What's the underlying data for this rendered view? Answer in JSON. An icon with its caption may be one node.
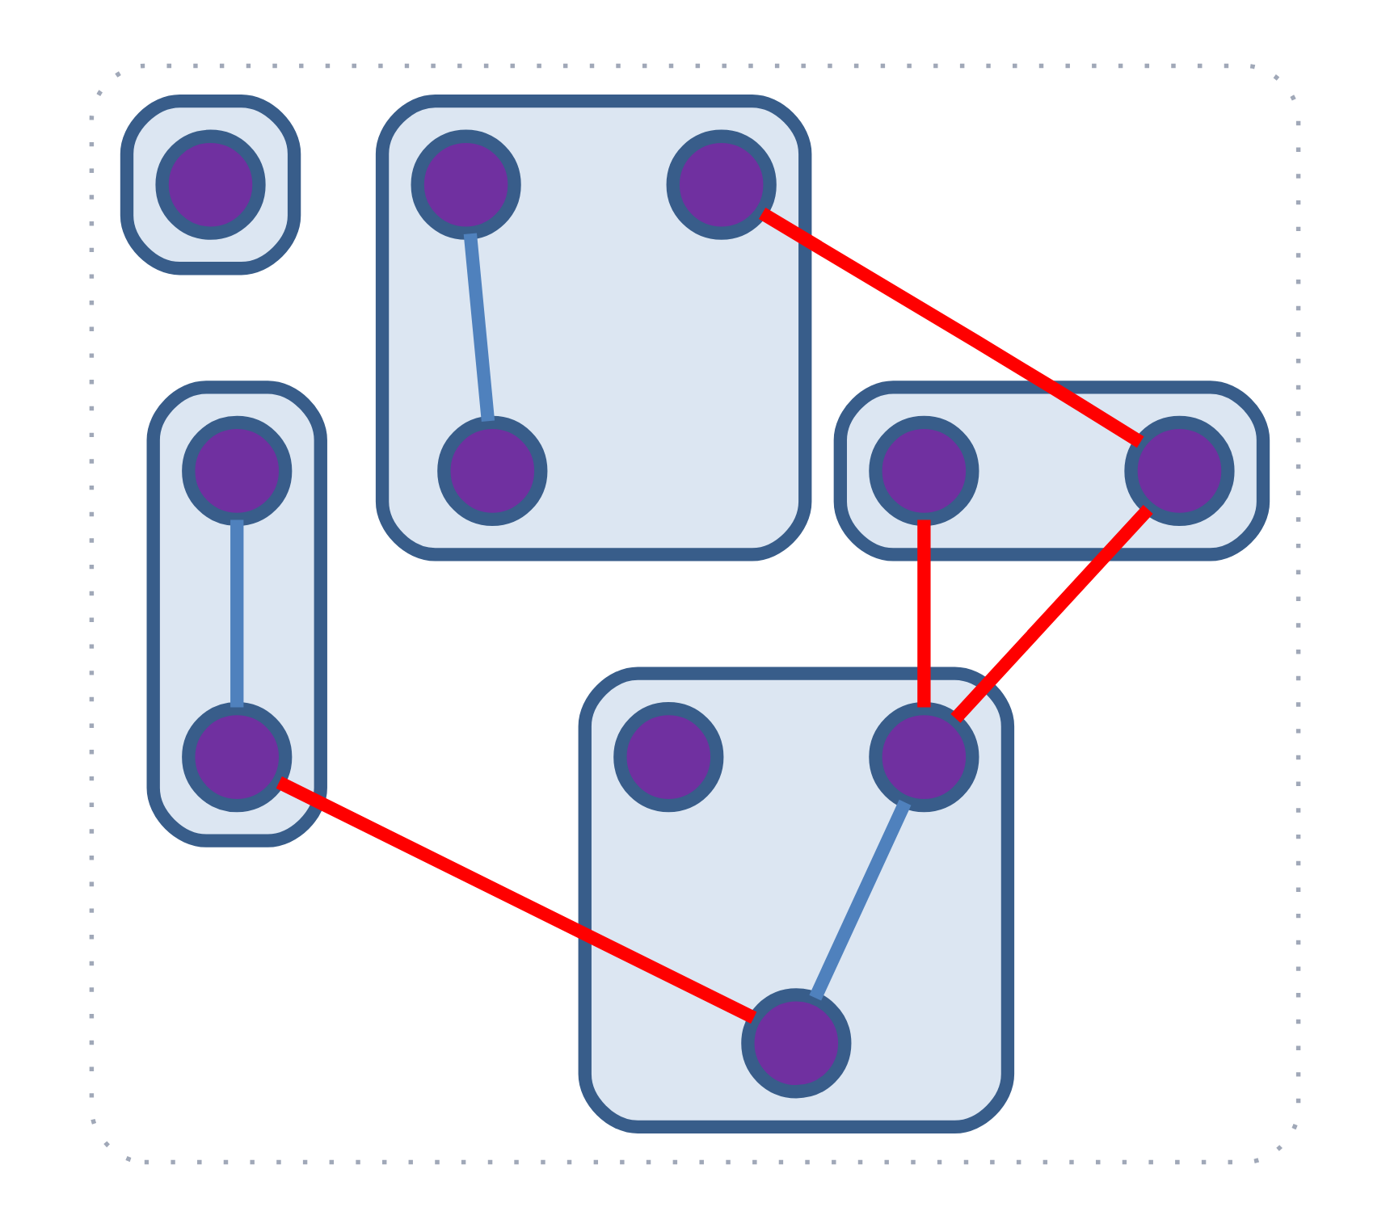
{
  "diagram": {
    "nodes": [
      {
        "text": [],
        "shape": "cloud"
      },
      {
        "text": [],
        "shape": "oval",
        "in": 0
      },
      {
        "text": [],
        "shape": "oval",
        "in": 0
      },
      {
        "text": [],
        "shape": "oval",
        "in": 0
      },
      {
        "text": [],
        "shape": "oval",
        "in": 0
      },
      {
        "text": [],
        "shape": "oval",
        "in": 0
      },
      {
        "text": [],
        "shape": "circle",
        "in": 1
      },
      {
        "text": [],
        "shape": "circle",
        "in": 1
      },
      {
        "text": [],
        "shape": "circle",
        "in": 1
      },
      {
        "text": [],
        "shape": "circle",
        "in": 2
      },
      {
        "text": [],
        "shape": "circle",
        "in": 3
      },
      {
        "text": [],
        "shape": "circle",
        "in": 3
      },
      {
        "text": [],
        "shape": "circle",
        "in": 4
      },
      {
        "text": [],
        "shape": "circle",
        "in": 4
      },
      {
        "text": [],
        "shape": "circle",
        "in": 5
      },
      {
        "text": [],
        "shape": "circle",
        "in": 5
      },
      {
        "text": [],
        "shape": "circle",
        "in": 5
      }
    ],
    "edges": [
      {
        "from": 6,
        "to": 8,
        "arrow": "none",
        "color": "#4f81bd"
      },
      {
        "from": 7,
        "to": 13,
        "arrow": "none"
      },
      {
        "from": 10,
        "to": 11,
        "arrow": "none",
        "color": "#4f81bd"
      },
      {
        "from": 11,
        "to": 16,
        "arrow": "none"
      },
      {
        "from": 12,
        "to": 14,
        "arrow": "none"
      },
      {
        "from": 13,
        "to": 14,
        "arrow": "none"
      },
      {
        "from": 14,
        "to": 16,
        "arrow": "none",
        "color": "#4f81bd"
      }
    ]
  }
}
